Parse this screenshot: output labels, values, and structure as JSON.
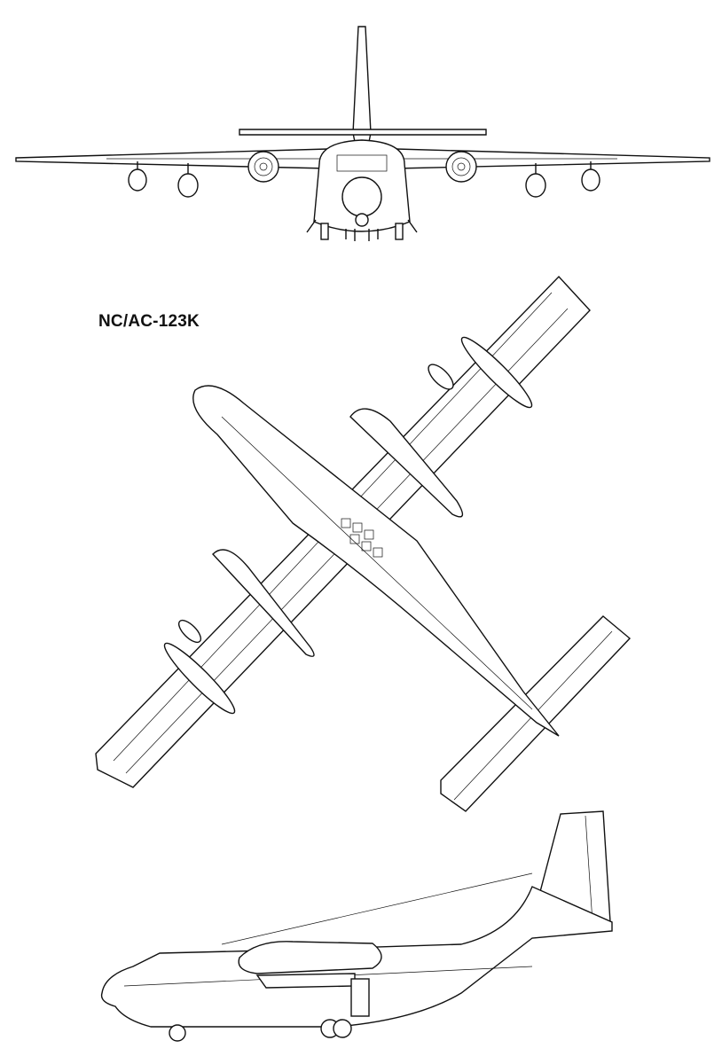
{
  "drawing": {
    "title": "NC/AC-123K",
    "views": [
      "front-view",
      "top-view",
      "side-view"
    ],
    "line_color": "#111111",
    "background": "#ffffff"
  }
}
